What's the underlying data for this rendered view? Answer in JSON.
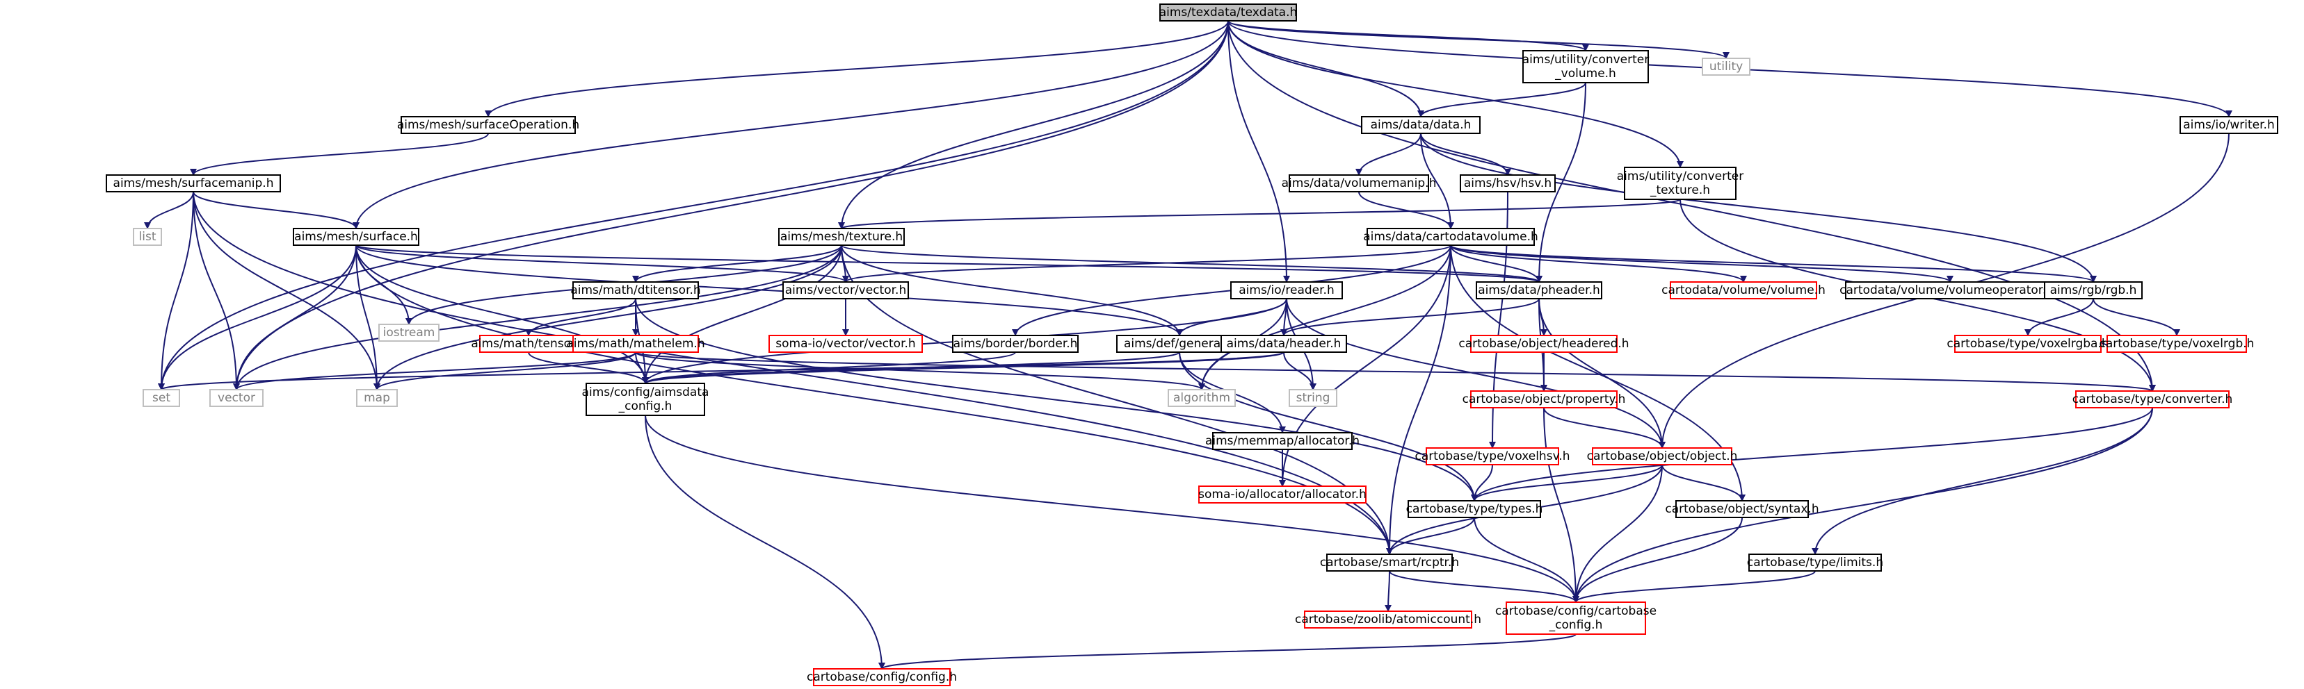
{
  "graph": {
    "root": "root",
    "nodes": [
      {
        "id": "root",
        "lines": [
          "aims/texdata/texdata.h"
        ],
        "kind": "root"
      },
      {
        "id": "set",
        "lines": [
          "set"
        ],
        "kind": "std"
      },
      {
        "id": "vector",
        "lines": [
          "vector"
        ],
        "kind": "std"
      },
      {
        "id": "map",
        "lines": [
          "map"
        ],
        "kind": "std"
      },
      {
        "id": "list",
        "lines": [
          "list"
        ],
        "kind": "std"
      },
      {
        "id": "iostream",
        "lines": [
          "iostream"
        ],
        "kind": "std"
      },
      {
        "id": "algorithm",
        "lines": [
          "algorithm"
        ],
        "kind": "std"
      },
      {
        "id": "string",
        "lines": [
          "string"
        ],
        "kind": "std"
      },
      {
        "id": "utility",
        "lines": [
          "utility"
        ],
        "kind": "std"
      },
      {
        "id": "surfOp",
        "lines": [
          "aims/mesh/surfaceOperation.h"
        ],
        "kind": "doc"
      },
      {
        "id": "surfManip",
        "lines": [
          "aims/mesh/surfacemanip.h"
        ],
        "kind": "doc"
      },
      {
        "id": "surface",
        "lines": [
          "aims/mesh/surface.h"
        ],
        "kind": "doc"
      },
      {
        "id": "texture",
        "lines": [
          "aims/mesh/texture.h"
        ],
        "kind": "doc"
      },
      {
        "id": "dtitensor",
        "lines": [
          "aims/math/dtitensor.h"
        ],
        "kind": "doc"
      },
      {
        "id": "tensor",
        "lines": [
          "aims/math/tensor.h"
        ],
        "kind": "undoc"
      },
      {
        "id": "mathelem",
        "lines": [
          "aims/math/mathelem.h"
        ],
        "kind": "undoc"
      },
      {
        "id": "vectorh",
        "lines": [
          "aims/vector/vector.h"
        ],
        "kind": "doc"
      },
      {
        "id": "somavector",
        "lines": [
          "soma-io/vector/vector.h"
        ],
        "kind": "undoc"
      },
      {
        "id": "aimsconfig",
        "lines": [
          "aims/config/aimsdata",
          "_config.h"
        ],
        "kind": "doc"
      },
      {
        "id": "border",
        "lines": [
          "aims/border/border.h"
        ],
        "kind": "doc"
      },
      {
        "id": "general",
        "lines": [
          "aims/def/general.h"
        ],
        "kind": "doc"
      },
      {
        "id": "ioreader",
        "lines": [
          "aims/io/reader.h"
        ],
        "kind": "doc"
      },
      {
        "id": "header",
        "lines": [
          "aims/data/header.h"
        ],
        "kind": "doc"
      },
      {
        "id": "memmap",
        "lines": [
          "aims/memmap/allocator.h"
        ],
        "kind": "doc"
      },
      {
        "id": "somaalloc",
        "lines": [
          "soma-io/allocator/allocator.h"
        ],
        "kind": "undoc"
      },
      {
        "id": "convVol",
        "lines": [
          "aims/utility/converter",
          "_volume.h"
        ],
        "kind": "doc"
      },
      {
        "id": "datah",
        "lines": [
          "aims/data/data.h"
        ],
        "kind": "doc"
      },
      {
        "id": "volmanip",
        "lines": [
          "aims/data/volumemanip.h"
        ],
        "kind": "doc"
      },
      {
        "id": "hsv",
        "lines": [
          "aims/hsv/hsv.h"
        ],
        "kind": "doc"
      },
      {
        "id": "convTex",
        "lines": [
          "aims/utility/converter",
          "_texture.h"
        ],
        "kind": "doc"
      },
      {
        "id": "cartovol",
        "lines": [
          "aims/data/cartodatavolume.h"
        ],
        "kind": "doc"
      },
      {
        "id": "pheader",
        "lines": [
          "aims/data/pheader.h"
        ],
        "kind": "doc"
      },
      {
        "id": "cvolume",
        "lines": [
          "cartodata/volume/volume.h"
        ],
        "kind": "undoc"
      },
      {
        "id": "volops",
        "lines": [
          "cartodata/volume/volumeoperators.h"
        ],
        "kind": "doc"
      },
      {
        "id": "rgb",
        "lines": [
          "aims/rgb/rgb.h"
        ],
        "kind": "doc"
      },
      {
        "id": "writer",
        "lines": [
          "aims/io/writer.h"
        ],
        "kind": "doc"
      },
      {
        "id": "voxelrgba",
        "lines": [
          "cartobase/type/voxelrgba.h"
        ],
        "kind": "undoc"
      },
      {
        "id": "voxelrgb",
        "lines": [
          "cartobase/type/voxelrgb.h"
        ],
        "kind": "undoc"
      },
      {
        "id": "headered",
        "lines": [
          "cartobase/object/headered.h"
        ],
        "kind": "undoc"
      },
      {
        "id": "property",
        "lines": [
          "cartobase/object/property.h"
        ],
        "kind": "undoc"
      },
      {
        "id": "objecth",
        "lines": [
          "cartobase/object/object.h"
        ],
        "kind": "undoc"
      },
      {
        "id": "syntax",
        "lines": [
          "cartobase/object/syntax.h"
        ],
        "kind": "doc"
      },
      {
        "id": "voxelhsv",
        "lines": [
          "cartobase/type/voxelhsv.h"
        ],
        "kind": "undoc"
      },
      {
        "id": "types",
        "lines": [
          "cartobase/type/types.h"
        ],
        "kind": "doc"
      },
      {
        "id": "converter",
        "lines": [
          "cartobase/type/converter.h"
        ],
        "kind": "undoc"
      },
      {
        "id": "limits",
        "lines": [
          "cartobase/type/limits.h"
        ],
        "kind": "doc"
      },
      {
        "id": "rcptr",
        "lines": [
          "cartobase/smart/rcptr.h"
        ],
        "kind": "doc"
      },
      {
        "id": "atomic",
        "lines": [
          "cartobase/zoolib/atomiccount.h"
        ],
        "kind": "undoc"
      },
      {
        "id": "cbconfig",
        "lines": [
          "cartobase/config/cartobase",
          "_config.h"
        ],
        "kind": "undoc"
      },
      {
        "id": "config",
        "lines": [
          "cartobase/config/config.h"
        ],
        "kind": "undoc"
      }
    ],
    "edges": [
      [
        "root",
        "set"
      ],
      [
        "root",
        "vector"
      ],
      [
        "root",
        "surfOp"
      ],
      [
        "root",
        "surface"
      ],
      [
        "root",
        "texture"
      ],
      [
        "root",
        "ioreader"
      ],
      [
        "root",
        "datah"
      ],
      [
        "root",
        "convVol"
      ],
      [
        "root",
        "convTex"
      ],
      [
        "root",
        "utility"
      ],
      [
        "root",
        "writer"
      ],
      [
        "root",
        "converter"
      ],
      [
        "surfOp",
        "surfManip"
      ],
      [
        "surfManip",
        "surface"
      ],
      [
        "surfManip",
        "list"
      ],
      [
        "surfManip",
        "set"
      ],
      [
        "surfManip",
        "vector"
      ],
      [
        "surfManip",
        "map"
      ],
      [
        "surfManip",
        "rcptr"
      ],
      [
        "surface",
        "iostream"
      ],
      [
        "surface",
        "vectorh"
      ],
      [
        "surface",
        "pheader"
      ],
      [
        "surface",
        "general"
      ],
      [
        "surface",
        "set"
      ],
      [
        "surface",
        "vector"
      ],
      [
        "surface",
        "map"
      ],
      [
        "surface",
        "aimsconfig"
      ],
      [
        "surface",
        "rcptr"
      ],
      [
        "texture",
        "dtitensor"
      ],
      [
        "texture",
        "vectorh"
      ],
      [
        "texture",
        "general"
      ],
      [
        "texture",
        "aimsconfig"
      ],
      [
        "texture",
        "vector"
      ],
      [
        "texture",
        "map"
      ],
      [
        "texture",
        "iostream"
      ],
      [
        "texture",
        "pheader"
      ],
      [
        "texture",
        "rcptr"
      ],
      [
        "dtitensor",
        "tensor"
      ],
      [
        "dtitensor",
        "mathelem"
      ],
      [
        "dtitensor",
        "aimsconfig"
      ],
      [
        "dtitensor",
        "types"
      ],
      [
        "tensor",
        "aimsconfig"
      ],
      [
        "mathelem",
        "aimsconfig"
      ],
      [
        "mathelem",
        "vector"
      ],
      [
        "mathelem",
        "map"
      ],
      [
        "mathelem",
        "algorithm"
      ],
      [
        "mathelem",
        "converter"
      ],
      [
        "vectorh",
        "somavector"
      ],
      [
        "aimsconfig",
        "config"
      ],
      [
        "aimsconfig",
        "cbconfig"
      ],
      [
        "border",
        "aimsconfig"
      ],
      [
        "general",
        "memmap"
      ],
      [
        "general",
        "aimsconfig"
      ],
      [
        "general",
        "types"
      ],
      [
        "ioreader",
        "header"
      ],
      [
        "ioreader",
        "general"
      ],
      [
        "ioreader",
        "aimsconfig"
      ],
      [
        "ioreader",
        "string"
      ],
      [
        "ioreader",
        "objecth"
      ],
      [
        "ioreader",
        "algorithm"
      ],
      [
        "header",
        "aimsconfig"
      ],
      [
        "header",
        "set"
      ],
      [
        "header",
        "string"
      ],
      [
        "memmap",
        "somaalloc"
      ],
      [
        "convVol",
        "datah"
      ],
      [
        "convVol",
        "pheader"
      ],
      [
        "datah",
        "volmanip"
      ],
      [
        "datah",
        "hsv"
      ],
      [
        "datah",
        "cartovol"
      ],
      [
        "datah",
        "rgb"
      ],
      [
        "volmanip",
        "cartovol"
      ],
      [
        "hsv",
        "voxelhsv"
      ],
      [
        "convTex",
        "texture"
      ],
      [
        "convTex",
        "converter"
      ],
      [
        "cartovol",
        "vectorh"
      ],
      [
        "cartovol",
        "border"
      ],
      [
        "cartovol",
        "pheader"
      ],
      [
        "cartovol",
        "cvolume"
      ],
      [
        "cartovol",
        "volops"
      ],
      [
        "cartovol",
        "rgb"
      ],
      [
        "cartovol",
        "algorithm"
      ],
      [
        "cartovol",
        "somaalloc"
      ],
      [
        "cartovol",
        "rcptr"
      ],
      [
        "cartovol",
        "syntax"
      ],
      [
        "pheader",
        "header"
      ],
      [
        "pheader",
        "headered"
      ],
      [
        "pheader",
        "property"
      ],
      [
        "pheader",
        "objecth"
      ],
      [
        "rgb",
        "voxelrgba"
      ],
      [
        "rgb",
        "voxelrgb"
      ],
      [
        "writer",
        "objecth"
      ],
      [
        "headered",
        "property"
      ],
      [
        "property",
        "objecth"
      ],
      [
        "property",
        "cbconfig"
      ],
      [
        "objecth",
        "types"
      ],
      [
        "objecth",
        "syntax"
      ],
      [
        "objecth",
        "rcptr"
      ],
      [
        "objecth",
        "cbconfig"
      ],
      [
        "syntax",
        "cbconfig"
      ],
      [
        "voxelhsv",
        "types"
      ],
      [
        "types",
        "rcptr"
      ],
      [
        "types",
        "cbconfig"
      ],
      [
        "converter",
        "types"
      ],
      [
        "converter",
        "limits"
      ],
      [
        "converter",
        "cbconfig"
      ],
      [
        "limits",
        "cbconfig"
      ],
      [
        "rcptr",
        "atomic"
      ],
      [
        "rcptr",
        "cbconfig"
      ],
      [
        "cbconfig",
        "config"
      ]
    ]
  }
}
